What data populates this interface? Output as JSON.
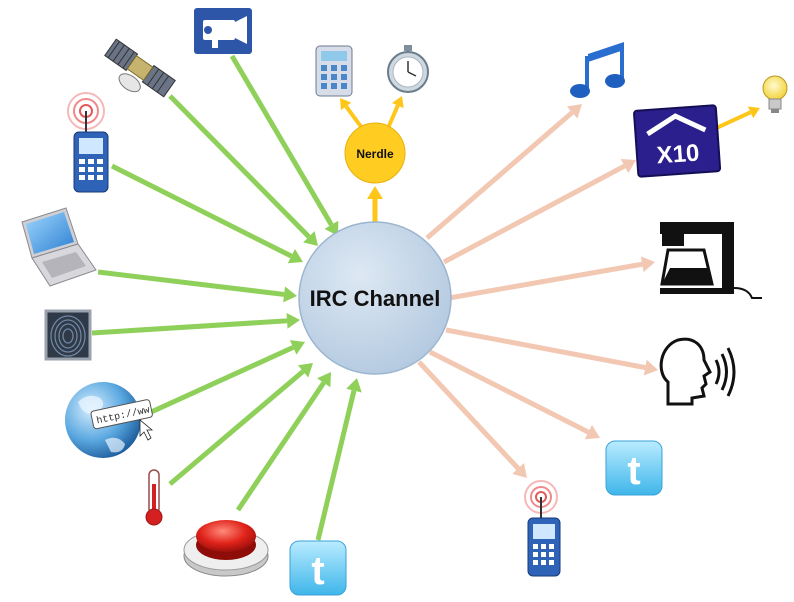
{
  "diagram": {
    "center": {
      "label": "IRC Channel",
      "fill": "#c4d6e8",
      "stroke": "#9cb5cf"
    },
    "hub": {
      "label": "Nerdle",
      "fill": "#ffcc22",
      "stroke": "#e8b010"
    },
    "colors": {
      "input_arrow": "#8fd05a",
      "output_arrow": "#f2c8b3",
      "hub_arrow": "#ffc61a"
    },
    "inputs": [
      {
        "icon": "security-camera-icon"
      },
      {
        "icon": "satellite-icon"
      },
      {
        "icon": "cell-phone-icon"
      },
      {
        "icon": "laptop-icon"
      },
      {
        "icon": "fingerprint-scanner-icon"
      },
      {
        "icon": "web-globe-icon"
      },
      {
        "icon": "thermometer-icon"
      },
      {
        "icon": "big-red-button-icon"
      },
      {
        "icon": "twitter-icon"
      }
    ],
    "hub_outputs": [
      {
        "icon": "calculator-icon"
      },
      {
        "icon": "stopwatch-icon"
      }
    ],
    "outputs": [
      {
        "icon": "music-note-icon"
      },
      {
        "icon": "x10-module-icon",
        "label": "X10",
        "chain_icon": "light-bulb-icon"
      },
      {
        "icon": "coffee-maker-icon"
      },
      {
        "icon": "speaking-head-icon"
      },
      {
        "icon": "twitter-icon"
      },
      {
        "icon": "cell-phone-icon"
      }
    ]
  }
}
